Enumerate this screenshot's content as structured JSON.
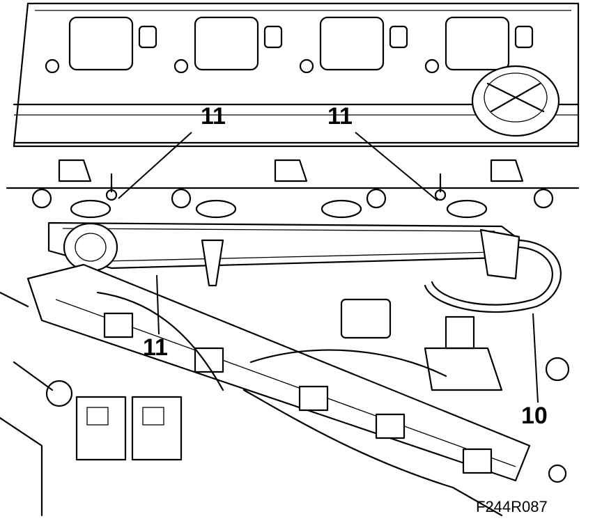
{
  "figure": {
    "callouts": [
      {
        "id": "fuel-rail-bolt-left",
        "label": "11"
      },
      {
        "id": "fuel-rail-bolt-right",
        "label": "11"
      },
      {
        "id": "fuel-rail-bolt-lower",
        "label": "11"
      },
      {
        "id": "wiring-connector",
        "label": "10"
      }
    ],
    "figure_code": "F244R087"
  }
}
